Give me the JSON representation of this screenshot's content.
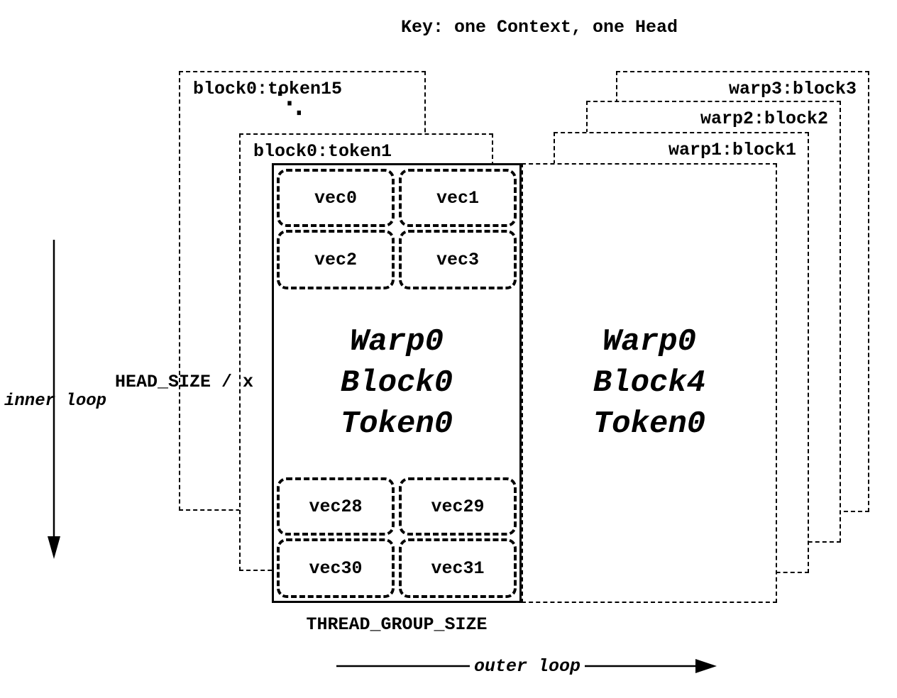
{
  "title": "Key: one Context, one Head",
  "left_stack": {
    "token15_label": "block0:token15",
    "ellipsis": "⋱",
    "token1_label": "block0:token1"
  },
  "main_block": {
    "line1": "Warp0",
    "line2": "Block0",
    "line3": "Token0",
    "vec0": "vec0",
    "vec1": "vec1",
    "vec2": "vec2",
    "vec3": "vec3",
    "vec28": "vec28",
    "vec29": "vec29",
    "vec30": "vec30",
    "vec31": "vec31"
  },
  "right_stack": {
    "warp3_label": "warp3:block3",
    "warp2_label": "warp2:block2",
    "warp1_label": "warp1:block1",
    "line1": "Warp0",
    "line2": "Block4",
    "line3": "Token0"
  },
  "annotations": {
    "head_size": "HEAD_SIZE / x",
    "inner_loop": "inner loop",
    "thread_group_size": "THREAD_GROUP_SIZE",
    "outer_loop": "outer loop"
  },
  "colors": {
    "ink": "#000000",
    "background": "#ffffff"
  }
}
